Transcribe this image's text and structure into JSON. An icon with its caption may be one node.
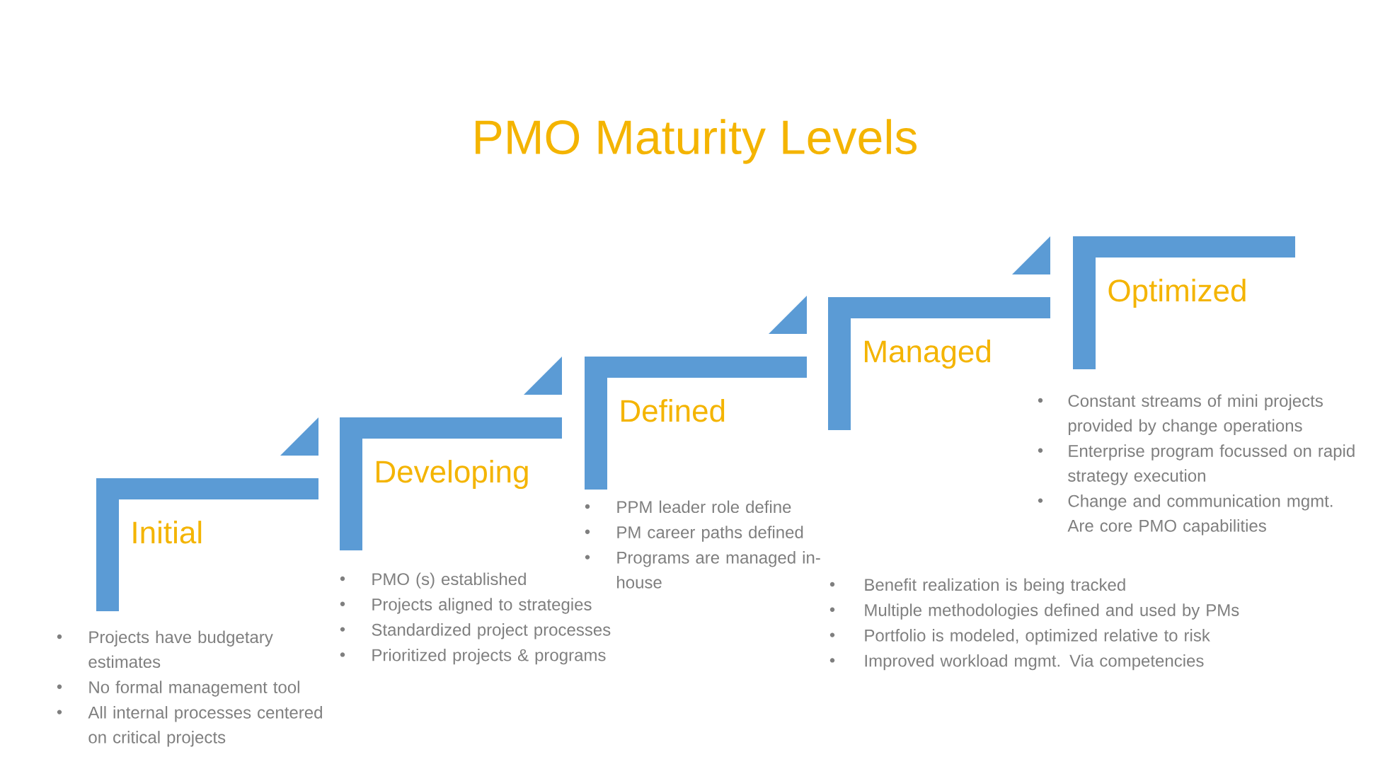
{
  "diagram": {
    "title": "PMO Maturity Levels",
    "nodes": [
      {
        "text": [
          "Initial"
        ],
        "beside": [
          "Projects have budgetary estimates",
          "No formal management tool",
          "All internal processes centered on critical projects"
        ]
      },
      {
        "text": [
          "Developing"
        ],
        "beside": [
          "PMO (s) established",
          "Projects aligned to strategies",
          "Standardized project processes",
          "Prioritized  projects & programs"
        ]
      },
      {
        "text": [
          "Defined"
        ],
        "beside": [
          "PPM leader role define",
          "PM career paths defined",
          "Programs are managed in-house"
        ]
      },
      {
        "text": [
          "Managed"
        ],
        "beside": [
          "Benefit realization is being tracked",
          "Multiple methodologies defined and used by PMs",
          "Portfolio is modeled, optimized relative to risk",
          "Improved workload mgmt. Via competencies"
        ]
      },
      {
        "text": [
          "Optimized"
        ],
        "beside": [
          "Constant streams of mini projects provided by change operations",
          "Enterprise program focussed on rapid strategy execution",
          "Change and communication mgmt. Are core PMO capabilities"
        ]
      }
    ]
  }
}
